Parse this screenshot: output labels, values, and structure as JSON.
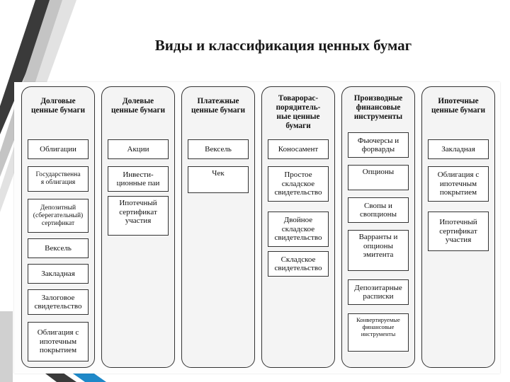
{
  "title": "Виды и классификация ценных бумаг",
  "columns": [
    {
      "header": "Долговые\nценные бумаги",
      "items": [
        "Облигации",
        "Государственна\nя облигация",
        "Депозитный\n(сберегательный)\nсертификат",
        "Вексель",
        "Закладная",
        "Залоговое\nсвидетельство",
        "Облигация с\nипотечным\nпокрытием"
      ]
    },
    {
      "header": "Долевые\nценные бумаги",
      "items": [
        "Акции",
        "Инвести-\nционные паи",
        "Ипотечный\nсертификат\nучастия"
      ]
    },
    {
      "header": "Платежные\nценные бумаги",
      "items": [
        "Вексель",
        "Чек"
      ]
    },
    {
      "header": "Товарорас-\nпорядитель-\nные ценные\nбумаги",
      "items": [
        "Коносамент",
        "Простое\nскладское\nсвидетельство",
        "Двойное\nскладское\nсвидетельство",
        "Складское\nсвидетельство"
      ]
    },
    {
      "header": "Производные\nфинансовые\nинструменты",
      "items": [
        "Фьючерсы и\nфорварды",
        "Опционы",
        "Свопы и\nсвопционы",
        "Варранты и\nопционы\nэмитента",
        "Депозитарные\nрасписки",
        "Конвертируемые\nфинансовые\nинструменты"
      ]
    },
    {
      "header": "Ипотечные\nценные бумаги",
      "items": [
        "Закладная",
        "Облигация с\nипотечным\nпокрытием",
        "Ипотечный\nсертификат\nучастия"
      ]
    }
  ],
  "colors": {
    "accent_blue": "#1e88c8",
    "decor_dark": "#3a3a3a",
    "decor_gray": "#b9b9b9"
  }
}
